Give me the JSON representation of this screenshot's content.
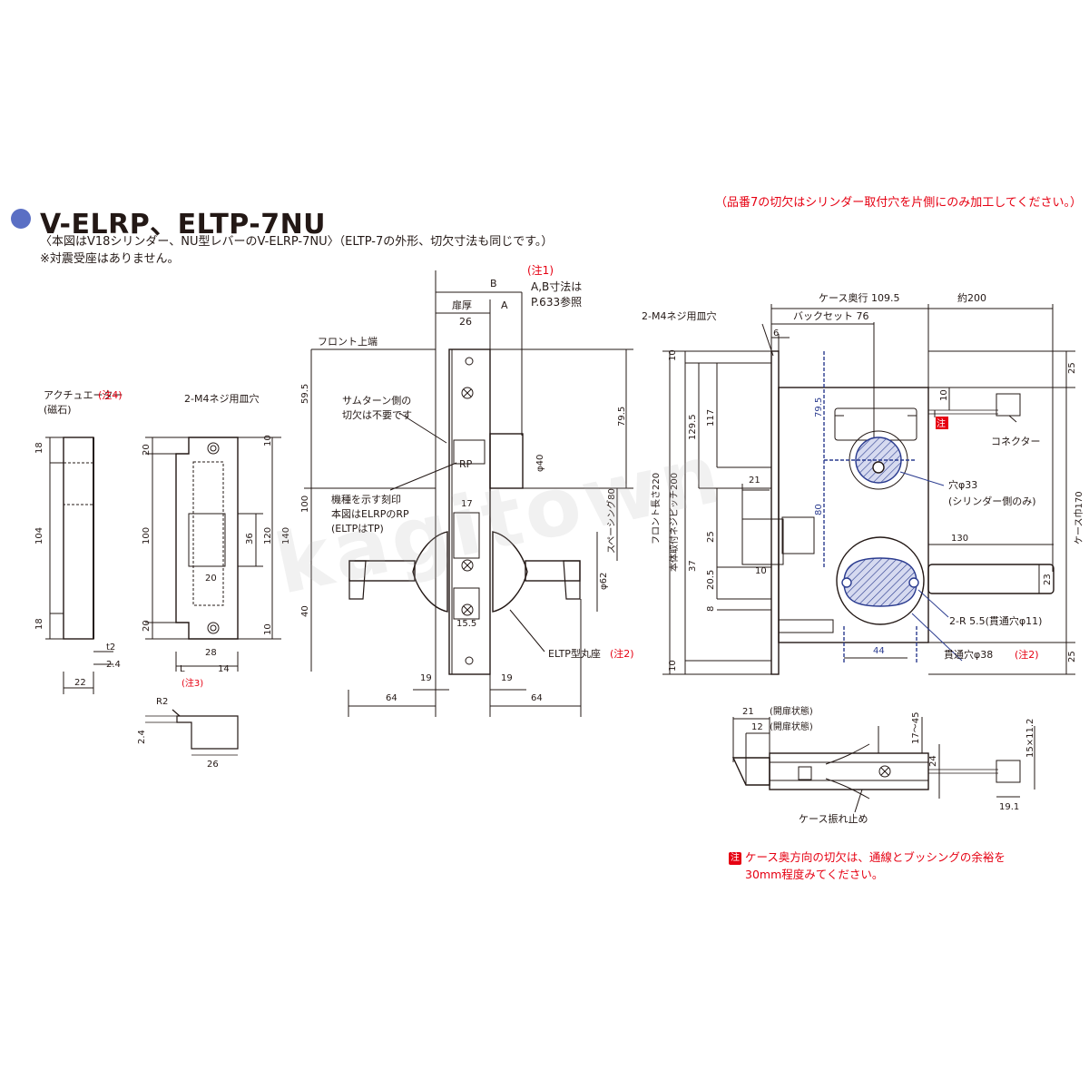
{
  "title": "V-ELRP、ELTP-7NU",
  "subtitle": "〈本図はV18シリンダー、NU型レバーのV-ELRP-7NU〉（ELTP-7の外形、切欠寸法も同じです。）",
  "note": "※対震受座はありません。",
  "top_right_note": "（品番7の切欠はシリンダー取付穴を片側にのみ加工してください。）",
  "watermark": "kagitown",
  "footnote": {
    "mark": "注",
    "line1": "ケース奥方向の切欠は、通線とブッシングの余裕を",
    "line2": "30mm程度みてください。"
  },
  "strike": {
    "actuator": "アクチュエーター",
    "actuator_note": "(注4)",
    "magnet": "(磁石)",
    "dims": [
      "18",
      "104",
      "18",
      "t2",
      "2.4",
      "22"
    ]
  },
  "plate": {
    "label": "2-M4ネジ用皿穴",
    "dims_left": [
      "20",
      "100",
      "20"
    ],
    "dims_right": [
      "10",
      "120",
      "10"
    ],
    "inner": [
      "36",
      "20"
    ],
    "bottom": [
      "28",
      "L",
      "14"
    ],
    "note3": "(注3)",
    "r2": "R2",
    "small": [
      "2.4",
      "26"
    ]
  },
  "front": {
    "front_top": "フロント上端",
    "thumb_note1": "サムターン側の",
    "thumb_note2": "切欠は不要です",
    "model_note1": "機種を示す刻印",
    "model_note2": "本図はELRPのRP",
    "model_note3": "(ELTPはTP)",
    "door_thickness": "扉厚",
    "b": "B",
    "a": "A",
    "w26": "26",
    "note1_a": "(注1)",
    "note1_b": "A,B寸法は",
    "note1_c": "P.633参照",
    "stamp": "RP",
    "dims": [
      "59.5",
      "100",
      "140",
      "40",
      "79.5",
      "φ40",
      "17",
      "スペーシング80",
      "φ62",
      "15.5",
      "19",
      "19",
      "64",
      "64"
    ],
    "eltp_label": "ELTP型丸座",
    "eltp_note": "(注2)"
  },
  "case": {
    "m4": "2-M4ネジ用皿穴",
    "depth": "ケース奥行 109.5",
    "about": "約200",
    "backset": "バックセット 76",
    "six": "6",
    "connector": "コネクター",
    "front_len": "フロント長さ220",
    "screw_pitch": "本体取付ネジピッチ200",
    "case_width": "ケース巾170",
    "hole33": "穴φ33",
    "hole33_note": "(シリンダー側のみ)",
    "r55": "2-R 5.5(貫通穴φ11)",
    "hole38": "貫通穴φ38",
    "hole38_note": "(注2)",
    "chu": "注",
    "dims_left": [
      "10",
      "117",
      "129.5",
      "25",
      "37",
      "20.5",
      "8",
      "10"
    ],
    "dims_mid": [
      "21",
      "10",
      "79.5",
      "80",
      "130",
      "23",
      "44"
    ],
    "dims_right": [
      "25",
      "10",
      "25"
    ]
  },
  "side": {
    "open1": "21",
    "open1_label": "(開扉状態)",
    "open2": "12",
    "open2_label": "(開扉状態)",
    "range": "17〜45",
    "d24": "24",
    "d15": "15×11.2",
    "d19": "19.1",
    "stopper": "ケース振れ止め"
  }
}
